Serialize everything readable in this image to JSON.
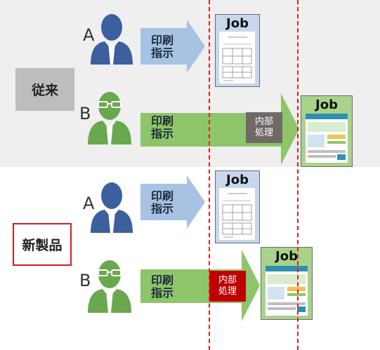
{
  "categories": {
    "conventional": "従来",
    "new_product": "新製品"
  },
  "users": {
    "a": "A",
    "b": "B"
  },
  "arrow_label": [
    "印刷",
    "指示"
  ],
  "internal_processing": [
    "内部",
    "処理"
  ],
  "job_label": "Job",
  "colors": {
    "background_top": "#efefef",
    "blue_arrow": "#a8c2e3",
    "green_arrow": "#8fc56a",
    "person_blue": "#3c5f9e",
    "person_green": "#6aa84f",
    "dashed_line": "#e02020",
    "internal_gray": "#6f6a66",
    "internal_red": "#c00000"
  }
}
